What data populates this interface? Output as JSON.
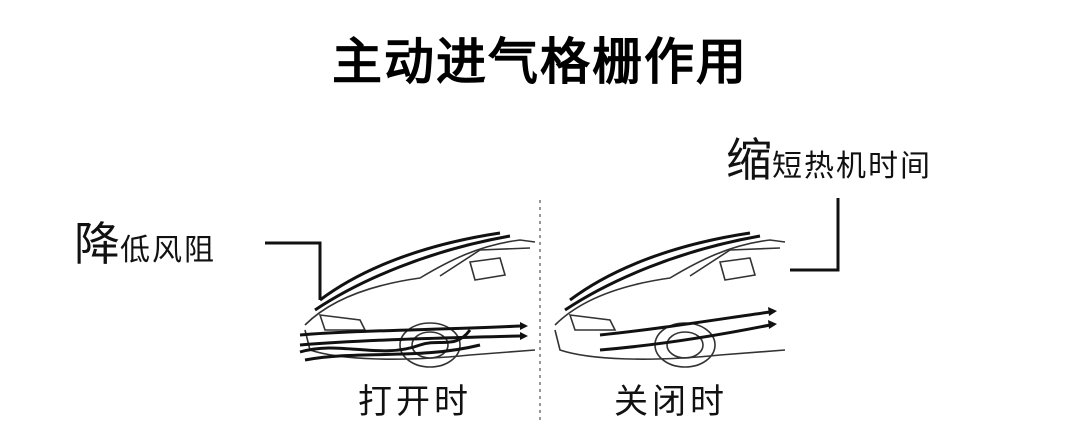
{
  "title": "主动进气格栅作用",
  "left_label": {
    "big": "降",
    "rest": "低风阻"
  },
  "right_label": {
    "big": "缩",
    "rest": "短热机时间"
  },
  "captions": {
    "open": "打开时",
    "closed": "关闭时"
  }
}
